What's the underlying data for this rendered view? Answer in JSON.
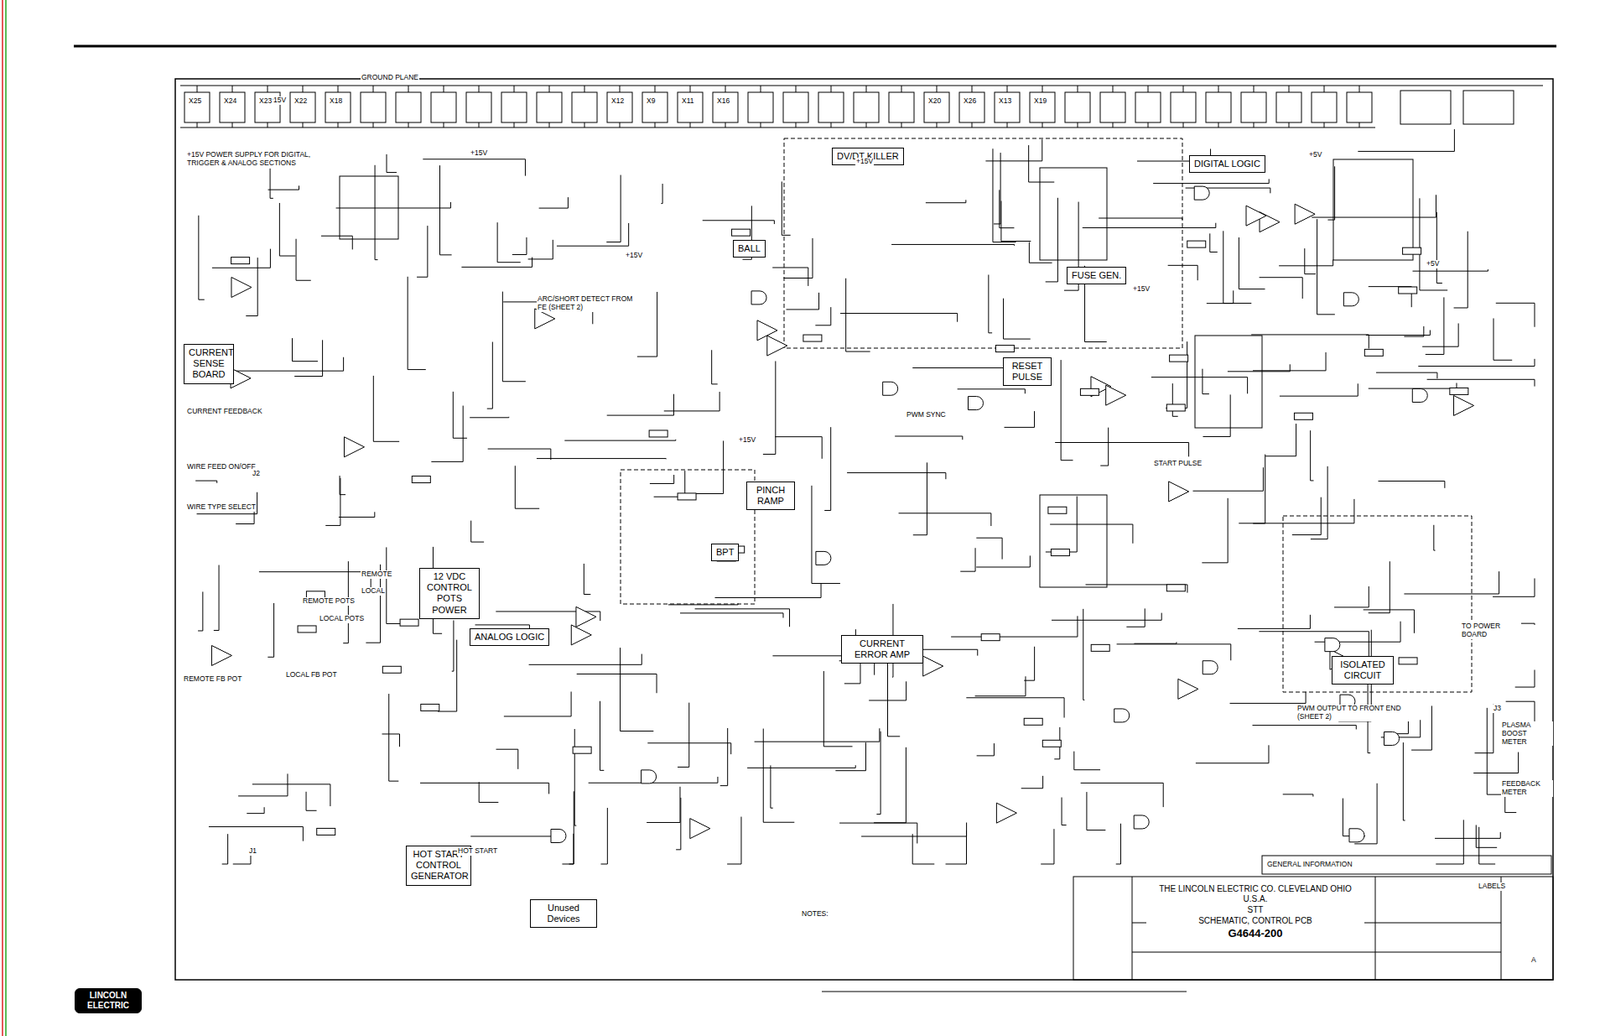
{
  "diagram": {
    "nodes": [
      {
        "text": [
          "CURRENT SENSE BOARD"
        ]
      },
      {
        "text": [
          "DV/DT KILLER"
        ]
      },
      {
        "text": [
          "DIGITAL LOGIC"
        ]
      },
      {
        "text": [
          "BALL"
        ]
      },
      {
        "text": [
          "FUSE GEN."
        ]
      },
      {
        "text": [
          "RESET PULSE"
        ]
      },
      {
        "text": [
          "PINCH RAMP"
        ]
      },
      {
        "text": [
          "BPT"
        ]
      },
      {
        "text": [
          "CURRENT ERROR AMP"
        ]
      },
      {
        "text": [
          "12 VDC CONTROL POTS POWER"
        ]
      },
      {
        "text": [
          "ANALOG LOGIC"
        ]
      },
      {
        "text": [
          "ISOLATED CIRCUIT"
        ]
      },
      {
        "text": [
          "HOT START CONTROL GENERATOR"
        ]
      },
      {
        "text": [
          "Unused Devices"
        ]
      },
      {
        "text": [
          "THE LINCOLN ELECTRIC CO. CLEVELAND OHIO U.S.A.",
          "STT",
          "SCHEMATIC, CONTROL PCB",
          "G4644-200"
        ]
      },
      {
        "text": [
          "LINCOLN",
          "ELECTRIC"
        ]
      }
    ],
    "labels": [
      "+15V POWER SUPPLY FOR DIGITAL, TRIGGER & ANALOG SECTIONS",
      "GROUND PLANE",
      "CURRENT FEEDBACK",
      "WIRE FEED ON/OFF",
      "WIRE TYPE SELECT",
      "ARC/SHORT DETECT FROM FE (SHEET 2)",
      "REMOTE POTS",
      "LOCAL POTS",
      "REMOTE FB POT",
      "LOCAL FB POT",
      "HOT START",
      "NOTES:",
      "GENERAL INFORMATION",
      "LABELS",
      "TO POWER BOARD",
      "PWM OUTPUT TO FRONT END (SHEET 2)",
      "+15V",
      "+15V",
      "+15V",
      "+15V",
      "+15V",
      "+15V",
      "+5V",
      "+5V",
      "X25",
      "X24",
      "X23",
      "X22",
      "X18",
      "X12",
      "X9",
      "X11",
      "X16",
      "X20",
      "X26",
      "X13",
      "X19",
      "PWM SYNC",
      "START PULSE",
      "J1",
      "J2",
      "J3",
      "PLASMA BOOST METER",
      "FEEDBACK METER",
      "REMOTE",
      "LOCAL",
      "A"
    ]
  }
}
